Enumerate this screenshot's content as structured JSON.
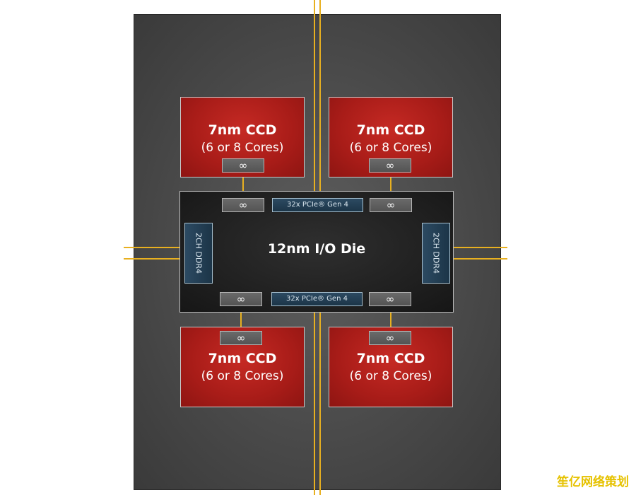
{
  "ccd": {
    "title": "7nm CCD",
    "subtitle": "(6 or 8 Cores)"
  },
  "io_die": {
    "title": "12nm I/O Die"
  },
  "infinity_symbol": "∞",
  "pcie_label": "32x PCIe® Gen 4",
  "ddr_label": "2CH DDR4",
  "watermark": "笙亿网络策划",
  "colors": {
    "package": "#4a4a4a",
    "ccd": "#b01f1a",
    "io_die": "#1e1e1e",
    "wire": "#e8b020",
    "pcie": "#1f3a50"
  }
}
